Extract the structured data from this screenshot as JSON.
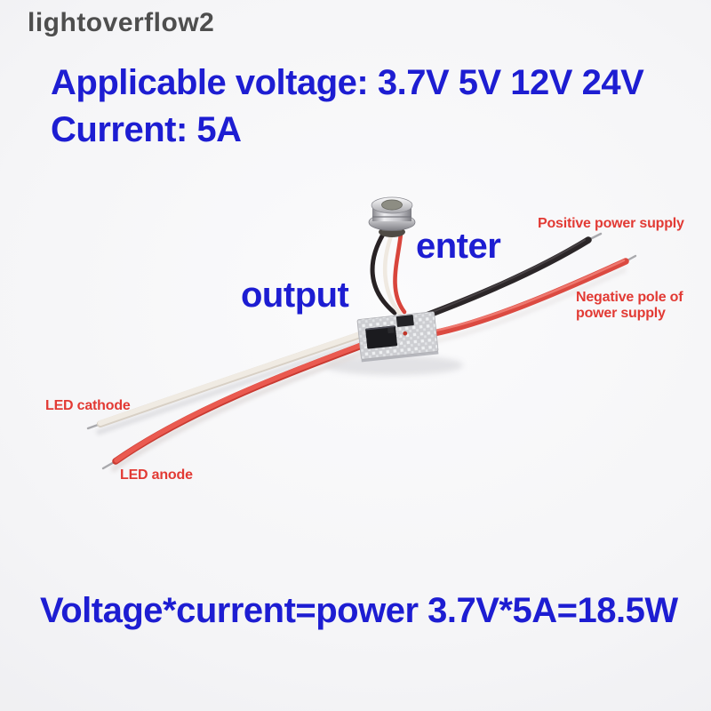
{
  "watermark": "lightoverflow2",
  "specs": {
    "voltage_line": "Applicable voltage: 3.7V 5V 12V 24V",
    "current_line": "Current: 5A"
  },
  "annotations": {
    "input_label": "enter",
    "output_label": "output",
    "positive_supply": "Positive power supply",
    "negative_supply": "Negative pole of power supply",
    "led_cathode": "LED cathode",
    "led_anode": "LED anode"
  },
  "formula": "Voltage*current=power 3.7V*5A=18.5W",
  "colors": {
    "heading_blue": "#1d1dd2",
    "annotation_red": "#e23a34",
    "watermark_gray": "#4e4e4e",
    "wire_red": "#e6544a",
    "wire_black": "#2b2628",
    "wire_white": "#f0ebe3"
  }
}
